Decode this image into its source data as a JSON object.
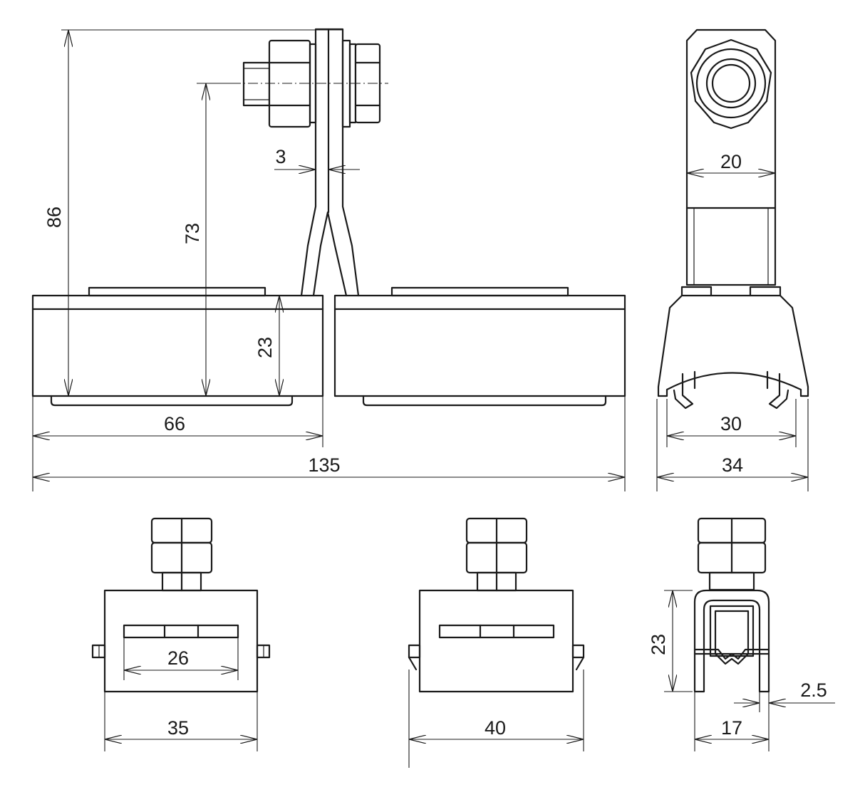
{
  "drawing": {
    "type": "technical-drawing",
    "units": "",
    "views": [
      "front-view",
      "side-view",
      "bottom-view-35",
      "bottom-view-40",
      "clip-detail-view"
    ],
    "dimensions": {
      "overall_height": "86",
      "bolt_axis_height": "73",
      "plate_thickness": "3",
      "flat_width": "20",
      "base_height": "23",
      "half_length": "66",
      "total_length": "135",
      "inner_width_30": "30",
      "outer_width_34": "34",
      "slot_width": "26",
      "width_35": "35",
      "width_40": "40",
      "clip_height": "23",
      "clip_thickness": "2.5",
      "clip_width": "17"
    }
  }
}
